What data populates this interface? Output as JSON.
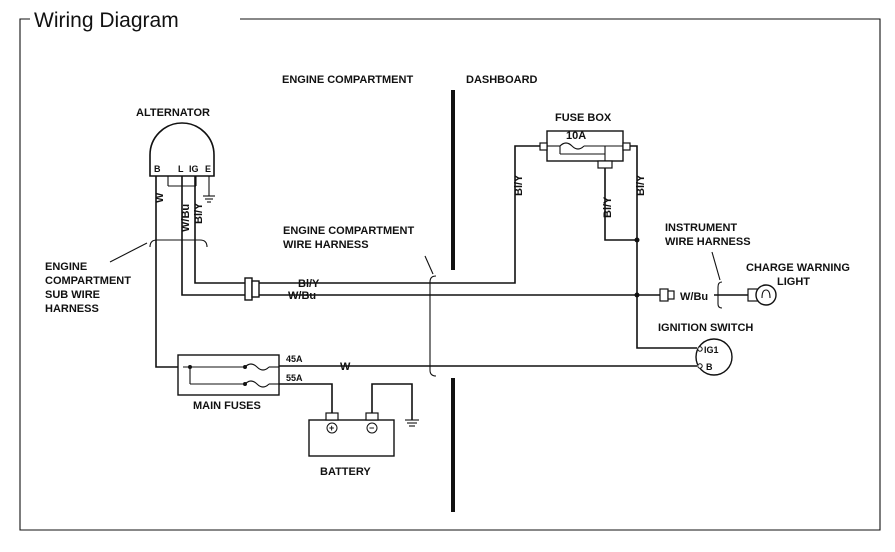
{
  "title": "Wiring Diagram",
  "sections": {
    "left": "ENGINE COMPARTMENT",
    "right": "DASHBOARD"
  },
  "components": {
    "alternator": "ALTERNATOR",
    "fuse_box": "FUSE BOX",
    "main_fuses": "MAIN FUSES",
    "battery": "BATTERY",
    "ignition_switch": "IGNITION SWITCH",
    "charge_warning_light": [
      "CHARGE WARNING",
      "LIGHT"
    ]
  },
  "harnesses": {
    "engine_compartment": [
      "ENGINE COMPARTMENT",
      "WIRE HARNESS"
    ],
    "engine_compartment_sub": [
      "ENGINE",
      "COMPARTMENT",
      "SUB WIRE",
      "HARNESS"
    ],
    "instrument": [
      "INSTRUMENT",
      "WIRE HARNESS"
    ]
  },
  "terminals": {
    "alternator": [
      "B",
      "L",
      "IG",
      "E"
    ],
    "ignition": [
      "IG1",
      "B"
    ],
    "battery": [
      "+",
      "−"
    ]
  },
  "fuse_ratings": {
    "fuse_box": "10A",
    "main_upper": "45A",
    "main_lower": "55A"
  },
  "wire_colors": {
    "alt_b": "W",
    "alt_l": "W/Bu",
    "alt_ig": "Bl/Y",
    "harness_bly": "Bl/Y",
    "harness_wbu": "W/Bu",
    "fusebox_left": "Bl/Y",
    "fusebox_mid": "Bl/Y",
    "fusebox_right": "Bl/Y",
    "main_w": "W",
    "light_wbu": "W/Bu"
  }
}
